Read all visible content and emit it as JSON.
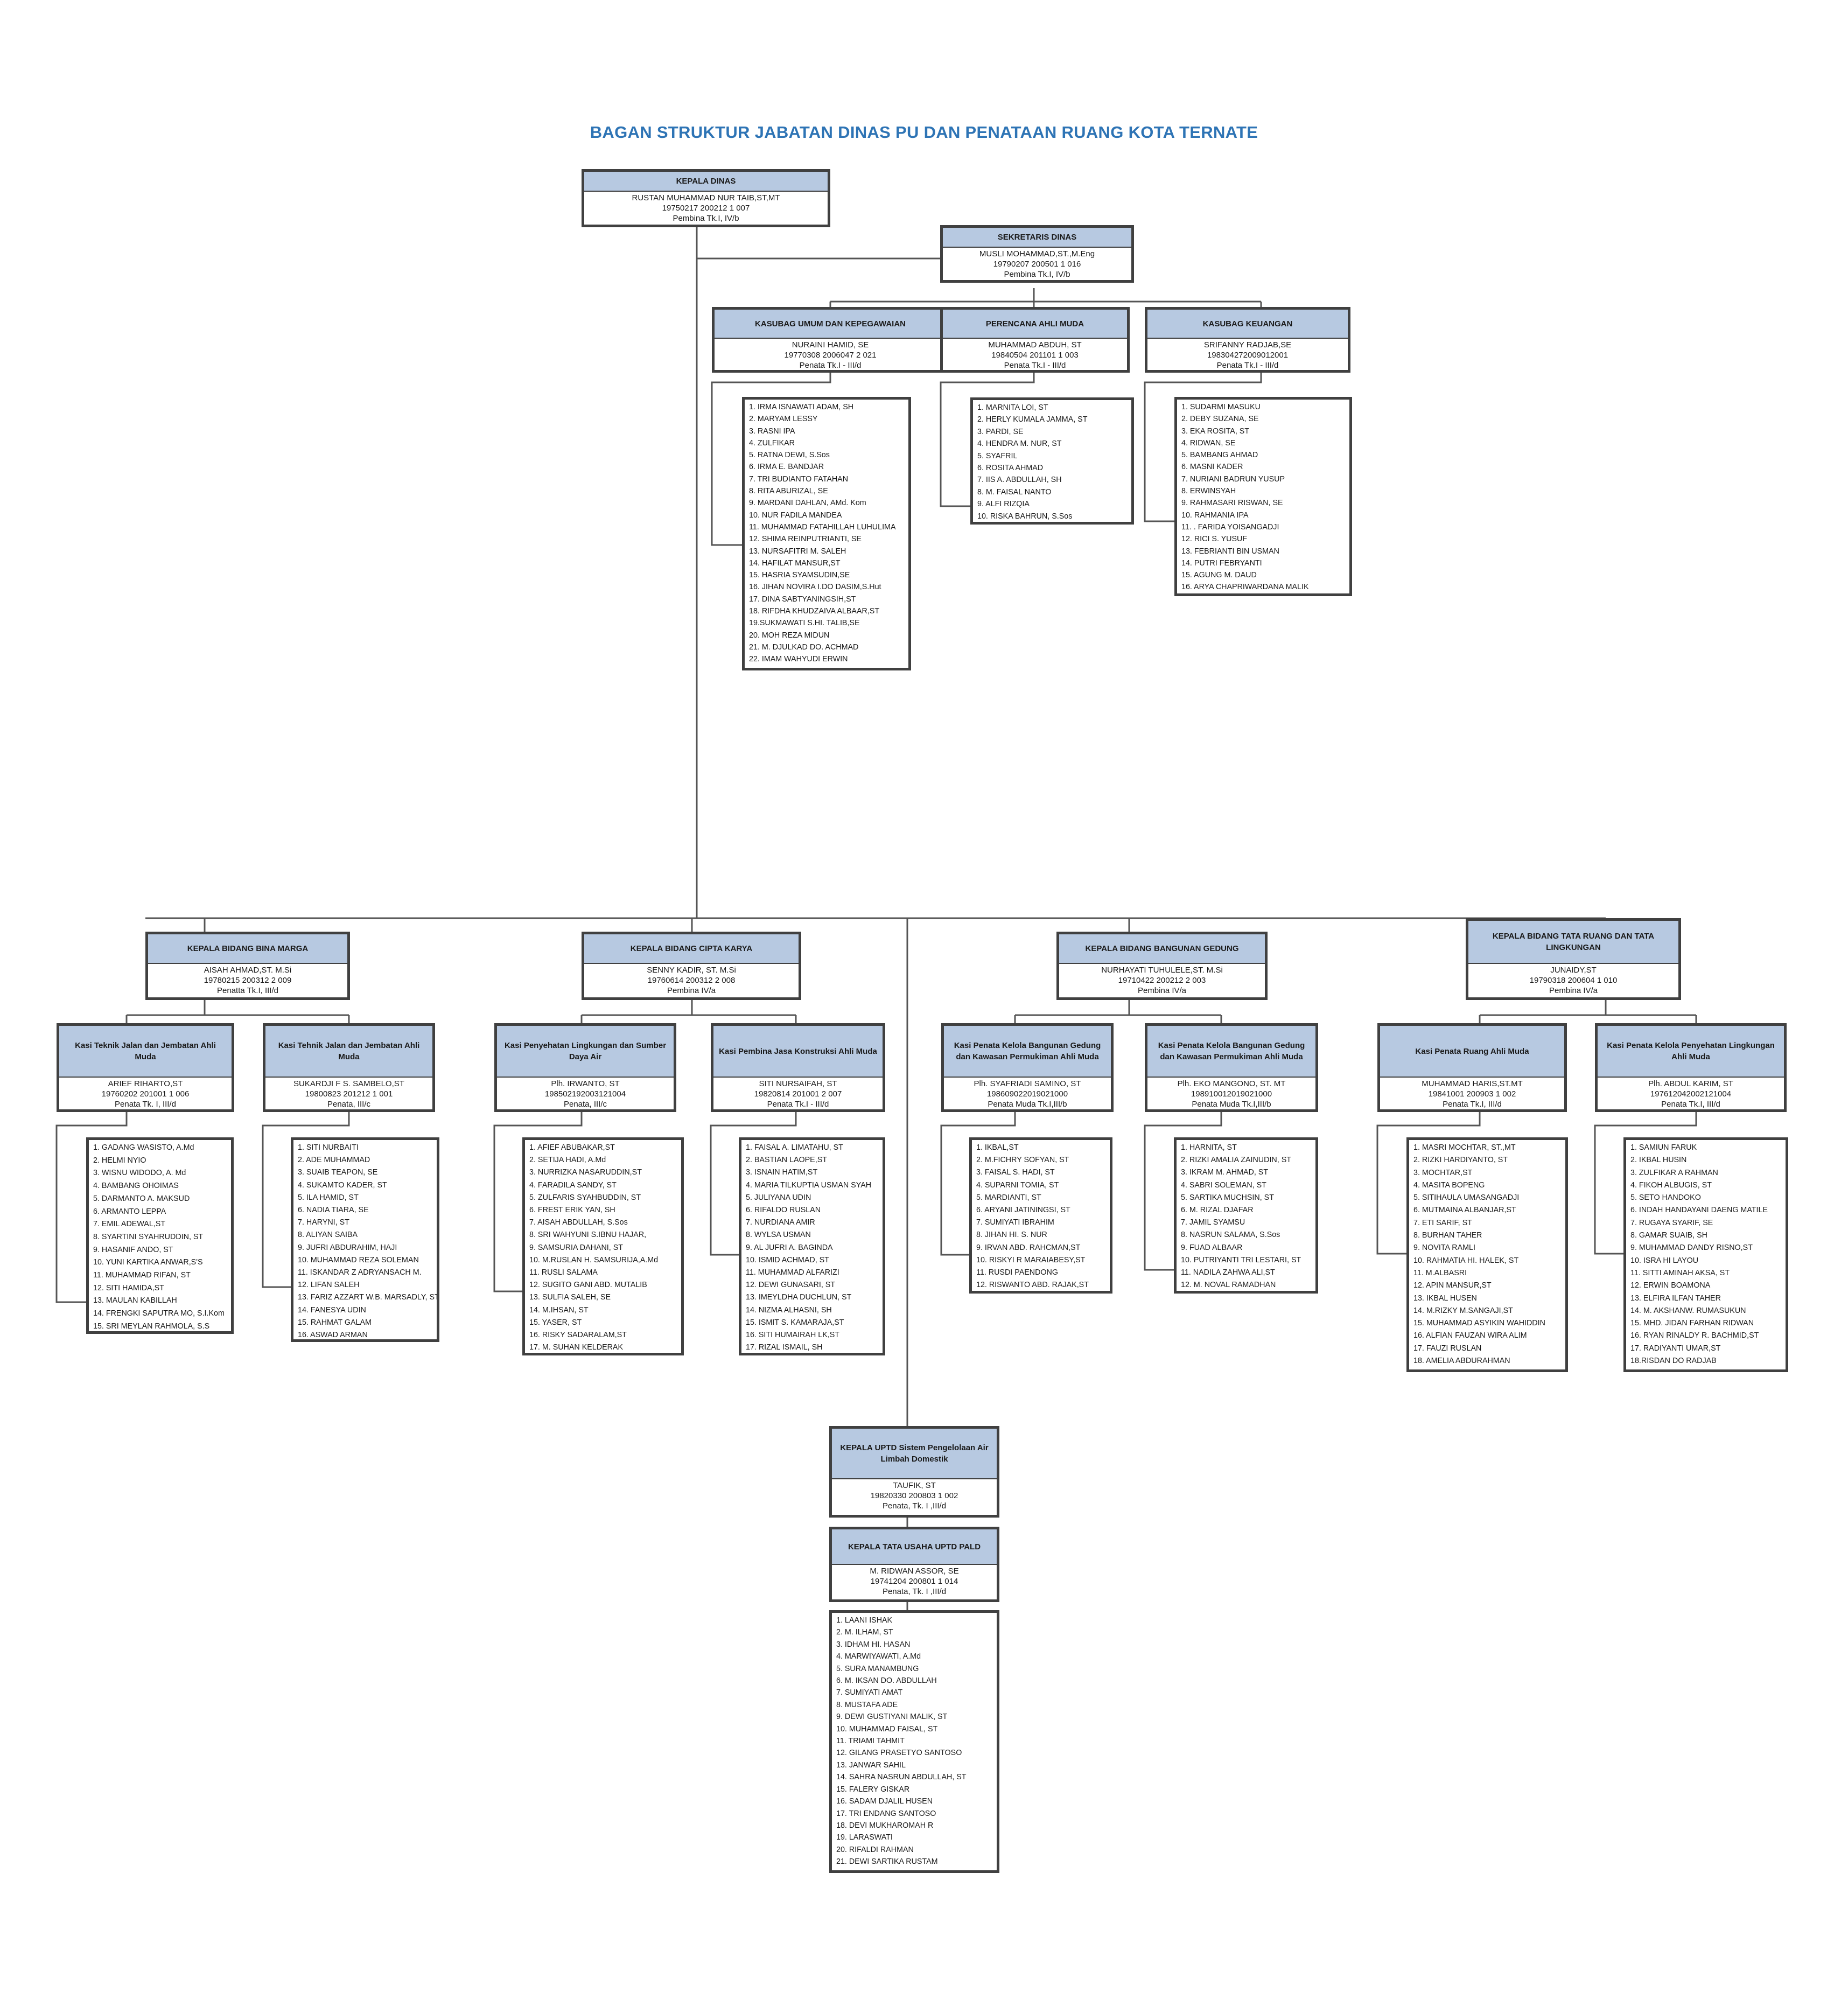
{
  "title": "BAGAN STRUKTUR JABATAN DINAS PU DAN PENATAAN RUANG KOTA TERNATE",
  "colors": {
    "title": "#2e74b5",
    "header_fill": "#b7c9e1",
    "border": "#404040"
  },
  "kepala_dinas": {
    "title": "KEPALA DINAS",
    "name": "RUSTAN MUHAMMAD NUR TAIB,ST,MT",
    "nip": "19750217 200212 1 007",
    "rank": "Pembina Tk.I, IV/b"
  },
  "sekretaris": {
    "title": "SEKRETARIS DINAS",
    "name": "MUSLI MOHAMMAD,ST.,M.Eng",
    "nip": "19790207 200501 1 016",
    "rank": "Pembina Tk.I, IV/b"
  },
  "kasubag_umum": {
    "title": "KASUBAG UMUM DAN KEPEGAWAIAN",
    "name": "NURAINI HAMID, SE",
    "nip": "19770308 2006047 2 021",
    "rank": "Penata Tk.I - III/d",
    "staff": [
      "1. IRMA ISNAWATI ADAM, SH",
      "2. MARYAM LESSY",
      "3. RASNI IPA",
      "4. ZULFIKAR",
      "5. RATNA DEWI, S.Sos",
      "6. IRMA E. BANDJAR",
      "7. TRI BUDIANTO FATAHAN",
      "8. RITA ABURIZAL, SE",
      "9. MARDANI DAHLAN, AMd. Kom",
      "10. NUR FADILA MANDEA",
      "11. MUHAMMAD FATAHILLAH LUHULIMA",
      "12. SHIMA REINPUTRIANTI, SE",
      "13. NURSAFITRI M. SALEH",
      "14. HAFILAT MANSUR,ST",
      "15. HASRIA SYAMSUDIN,SE",
      "16. JIHAN NOVIRA I.DO DASIM,S.Hut",
      "17. DINA SABTYANINGSIH,ST",
      "18. RIFDHA KHUDZAIVA ALBAAR,ST",
      "19.SUKMAWATI S.HI. TALIB,SE",
      "20. MOH REZA MIDUN",
      "21. M. DJULKAD DO. ACHMAD",
      "22. IMAM WAHYUDI ERWIN"
    ]
  },
  "perencana": {
    "title": "PERENCANA AHLI MUDA",
    "name": "MUHAMMAD ABDUH, ST",
    "nip": "19840504 201101 1 003",
    "rank": "Penata Tk.I - III/d",
    "staff": [
      "1. MARNITA LOI, ST",
      "2. HERLY KUMALA JAMMA, ST",
      "3. PARDI, SE",
      "4. HENDRA M. NUR, ST",
      "5. SYAFRIL",
      "6. ROSITA AHMAD",
      "7. IIS A. ABDULLAH, SH",
      "8. M. FAISAL NANTO",
      "9. ALFI RIZQIA",
      "10. RISKA BAHRUN, S.Sos"
    ]
  },
  "kasubag_keuangan": {
    "title": "KASUBAG KEUANGAN",
    "name": "SRIFANNY RADJAB,SE",
    "nip": "198304272009012001",
    "rank": "Penata Tk.I - III/d",
    "staff": [
      "1. SUDARMI MASUKU",
      "2. DEBY SUZANA, SE",
      "3. EKA ROSITA, ST",
      "4. RIDWAN, SE",
      "5. BAMBANG AHMAD",
      "6. MASNI KADER",
      "7. NURIANI BADRUN YUSUP",
      "8. ERWINSYAH",
      "9. RAHMASARI RISWAN, SE",
      "10. RAHMANIA IPA",
      "11. . FARIDA YOISANGADJI",
      "12. RICI S. YUSUF",
      "13. FEBRIANTI BIN USMAN",
      "14. PUTRI FEBRYANTI",
      "15. AGUNG M. DAUD",
      "16. ARYA CHAPRIWARDANA MALIK"
    ]
  },
  "bina_marga": {
    "title": "KEPALA BIDANG BINA MARGA",
    "name": "AISAH AHMAD,ST. M.Si",
    "nip": "19780215 200312 2 009",
    "rank": "Penatta Tk.I, III/d"
  },
  "cipta_karya": {
    "title": "KEPALA BIDANG CIPTA KARYA",
    "name": "SENNY KADIR, ST. M.Si",
    "nip": "19760614 200312 2 008",
    "rank": "Pembina IV/a"
  },
  "bangunan_gedung": {
    "title": "KEPALA BIDANG BANGUNAN GEDUNG",
    "name": "NURHAYATI TUHULELE,ST. M.Si",
    "nip": "19710422 200212 2 003",
    "rank": "Pembina IV/a"
  },
  "tata_ruang": {
    "title": "KEPALA BIDANG TATA RUANG DAN TATA LINGKUNGAN",
    "name": "JUNAIDY,ST",
    "nip": "19790318 200604 1 010",
    "rank": "Pembina IV/a"
  },
  "kasi_bm1": {
    "title": "Kasi Teknik Jalan dan Jembatan Ahli Muda",
    "name": "ARIEF RIHARTO,ST",
    "nip": "19760202 201001 1 006",
    "rank": "Penata Tk. I, III/d",
    "staff": [
      "1. GADANG WASISTO, A.Md",
      "2. HELMI NYIO",
      "3. WISNU WIDODO, A. Md",
      "4. BAMBANG OHOIMAS",
      "5. DARMANTO A. MAKSUD",
      "6. ARMANTO LEPPA",
      "7. EMIL ADEWAL,ST",
      "8. SYARTINI SYAHRUDDIN, ST",
      "9. HASANIF ANDO, ST",
      "10. YUNI KARTIKA ANWAR,S'S",
      "11. MUHAMMAD RIFAN, ST",
      "12. SITI HAMIDA,ST",
      "13. MAULAN KABILLAH",
      "14. FRENGKI SAPUTRA MO, S.I.Kom",
      "15. SRI MEYLAN RAHMOLA, S.S"
    ]
  },
  "kasi_bm2": {
    "title": "Kasi Tehnik Jalan dan Jembatan Ahli Muda",
    "name": "SUKARDJI F S. SAMBELO,ST",
    "nip": "19800823 201212 1 001",
    "rank": "Penata, III/c",
    "staff": [
      "1. SITI NURBAITI",
      "2. ADE MUHAMMAD",
      "3. SUAIB TEAPON, SE",
      "4. SUKAMTO KADER, ST",
      "5. ILA HAMID, ST",
      "6. NADIA TIARA, SE",
      "7. HARYNI, ST",
      "8. ALIYAN SAIBA",
      "9. JUFRI ABDURAHIM, HAJI",
      "10. MUHAMMAD REZA SOLEMAN",
      "11. ISKANDAR Z ADRYANSACH M.",
      "12. LIFAN SALEH",
      "13. FARIZ AZZART W.B. MARSADLY, ST",
      "14. FANESYA UDIN",
      "15. RAHMAT GALAM",
      "16. ASWAD ARMAN"
    ]
  },
  "kasi_ck1": {
    "title": "Kasi Penyehatan Lingkungan dan Sumber Daya Air",
    "name": "Plh. IRWANTO, ST",
    "nip": "198502192003121004",
    "rank": "Penata, III/c",
    "staff": [
      "1. AFIEF ABUBAKAR,ST",
      "2. SETIJA HADI, A.Md",
      "3. NURRIZKA NASARUDDIN,ST",
      "4. FARADILA SANDY, ST",
      "5. ZULFARIS SYAHBUDDIN, ST",
      "6. FREST ERIK YAN, SH",
      "7. AISAH ABDULLAH, S.Sos",
      "8. SRI WAHYUNI S.IBNU HAJAR,",
      "9. SAMSURIA DAHANI, ST",
      "10. M.RUSLAN H. SAMSURIJA,A.Md",
      "11. RUSLI SALAMA",
      "12. SUGITO GANI ABD. MUTALIB",
      "13. SULFIA SALEH, SE",
      "14. M.IHSAN, ST",
      "15. YASER, ST",
      "16. RISKY SADARALAM,ST",
      "17. M. SUHAN KELDERAK"
    ]
  },
  "kasi_ck2": {
    "title": "Kasi Pembina Jasa Konstruksi Ahli Muda",
    "name": "SITI NURSAIFAH, ST",
    "nip": "19820814 201001 2 007",
    "rank": "Penata Tk.I - III/d",
    "staff": [
      "1. FAISAL A. LIMATAHU, ST",
      "2. BASTIAN LAOPE,ST",
      "3. ISNAIN HATIM,ST",
      "4. MARIA TILKUPTIA USMAN SYAH",
      "5. JULIYANA UDIN",
      "6. RIFALDO RUSLAN",
      "7. NURDIANA AMIR",
      "8. WYLSA USMAN",
      "9. AL JUFRI A. BAGINDA",
      "10. ISMID ACHMAD, ST",
      "11. MUHAMMAD ALFARIZI",
      "12. DEWI GUNASARI, ST",
      "13. IMEYLDHA DUCHLUN, ST",
      "14. NIZMA ALHASNI, SH",
      "15. ISMIT S. KAMARAJA,ST",
      "16. SITI HUMAIRAH LK,ST",
      "17. RIZAL ISMAIL, SH"
    ]
  },
  "kasi_bg1": {
    "title": "Kasi Penata Kelola Bangunan Gedung dan Kawasan Permukiman Ahli Muda",
    "name": "Plh. SYAFRIADI SAMINO, ST",
    "nip": "198609022019021000",
    "rank": "Penata Muda Tk.I,III/b",
    "staff": [
      "1. IKBAL,ST",
      "2. M.FICHRY SOFYAN, ST",
      "3. FAISAL S. HADI, ST",
      "4. SUPARNI TOMIA, ST",
      "5. MARDIANTI, ST",
      "6. ARYANI JATININGSI, ST",
      "7. SUMIYATI IBRAHIM",
      "8. JIHAN HI. S. NUR",
      "9. IRVAN ABD. RAHCMAN,ST",
      "10. RISKYI R MARAIABESY,ST",
      "11. RUSDI PAENDONG",
      "12. RISWANTO ABD. RAJAK,ST"
    ]
  },
  "kasi_bg2": {
    "title": "Kasi Penata Kelola Bangunan Gedung dan Kawasan Permukiman Ahli Muda",
    "name": "Plh. EKO MANGONO, ST. MT",
    "nip": "198910012019021000",
    "rank": "Penata Muda Tk.I,III/b",
    "staff": [
      "1. HARNITA, ST",
      "2. RIZKI AMALIA ZAINUDIN, ST",
      "3. IKRAM M. AHMAD, ST",
      "4. SABRI SOLEMAN, ST",
      "5. SARTIKA MUCHSIN, ST",
      "6. M. RIZAL DJAFAR",
      "7. JAMIL SYAMSU",
      "8. NASRUN SALAMA, S.Sos",
      "9. FUAD ALBAAR",
      "10. PUTRIYANTI TRI LESTARI, ST",
      "11. NADILA ZAHWA ALI,ST",
      "12. M. NOVAL RAMADHAN"
    ]
  },
  "kasi_tr1": {
    "title": "Kasi Penata Ruang Ahli Muda",
    "name": "MUHAMMAD HARIS,ST.MT",
    "nip": "19841001 200903 1 002",
    "rank": "Penata Tk.I, III/d",
    "staff": [
      "1. MASRI MOCHTAR, ST.,MT",
      "2. RIZKI HARDIYANTO, ST",
      "3. MOCHTAR,ST",
      "4. MASITA BOPENG",
      "5. SITIHAULA UMASANGADJI",
      "6. MUTMAINA ALBANJAR,ST",
      "7. ETI SARIF, ST",
      "8. BURHAN TAHER",
      "9. NOVITA RAMLI",
      "10. RAHMATIA HI. HALEK, ST",
      "11. M.ALBASRI",
      "12. APIN MANSUR,ST",
      "13. IKBAL HUSEN",
      "14. M.RIZKY M.SANGAJI,ST",
      "15. MUHAMMAD ASYIKIN WAHIDDIN",
      "16. ALFIAN FAUZAN WIRA ALIM",
      "17. FAUZI RUSLAN",
      "18. AMELIA ABDURAHMAN"
    ]
  },
  "kasi_tr2": {
    "title": "Kasi Penata Kelola Penyehatan Lingkungan Ahli Muda",
    "name": "Plh. ABDUL KARIM, ST",
    "nip": "197612042002121004",
    "rank": "Penata Tk.I, III/d",
    "staff": [
      "1. SAMIUN FARUK",
      "2. IKBAL HUSIN",
      "3. ZULFIKAR A RAHMAN",
      "4. FIKOH ALBUGIS, ST",
      "5. SETO HANDOKO",
      "6. INDAH HANDAYANI DAENG MATILE",
      "7. RUGAYA SYARIF, SE",
      "8. GAMAR SUAIB, SH",
      "9. MUHAMMAD DANDY RISNO,ST",
      "10. ISRA HI LAYOU",
      "11. SITTI AMINAH AKSA, ST",
      "12. ERWIN BOAMONA",
      "13. ELFIRA ILFAN TAHER",
      "14. M. AKSHANW. RUMASUKUN",
      "15. MHD. JIDAN FARHAN RIDWAN",
      "16. RYAN RINALDY R. BACHMID,ST",
      "17. RADIYANTI UMAR,ST",
      "18.RISDAN DO RADJAB"
    ]
  },
  "uptd": {
    "title": "KEPALA UPTD Sistem Pengelolaan Air Limbah Domestik",
    "name": "TAUFIK, ST",
    "nip": "19820330 200803 1 002",
    "rank": "Penata, Tk. I ,III/d"
  },
  "tu_uptd": {
    "title": "KEPALA TATA USAHA UPTD PALD",
    "name": "M. RIDWAN ASSOR, SE",
    "nip": "19741204 200801 1 014",
    "rank": "Penata, Tk. I ,III/d",
    "staff": [
      "1. LAANI ISHAK",
      "2. M. ILHAM, ST",
      "3. IDHAM HI. HASAN",
      "4. MARWIYAWATI, A.Md",
      "5. SURA MANAMBUNG",
      "6. M. IKSAN DO. ABDULLAH",
      "7. SUMIYATI AMAT",
      "8. MUSTAFA ADE",
      "9. DEWI GUSTIYANI MALIK, ST",
      "10. MUHAMMAD FAISAL, ST",
      "11. TRIAMI TAHMIT",
      "12. GILANG PRASETYO SANTOSO",
      "13. JANWAR SAHIL",
      "14. SAHRA NASRUN ABDULLAH, ST",
      "15. FALERY GISKAR",
      "16. SADAM DJALIL HUSEN",
      "17. TRI ENDANG SANTOSO",
      "18. DEVI MUKHAROMAH R",
      "19. LARASWATI",
      "20. RIFALDI RAHMAN",
      "21. DEWI SARTIKA RUSTAM"
    ]
  }
}
